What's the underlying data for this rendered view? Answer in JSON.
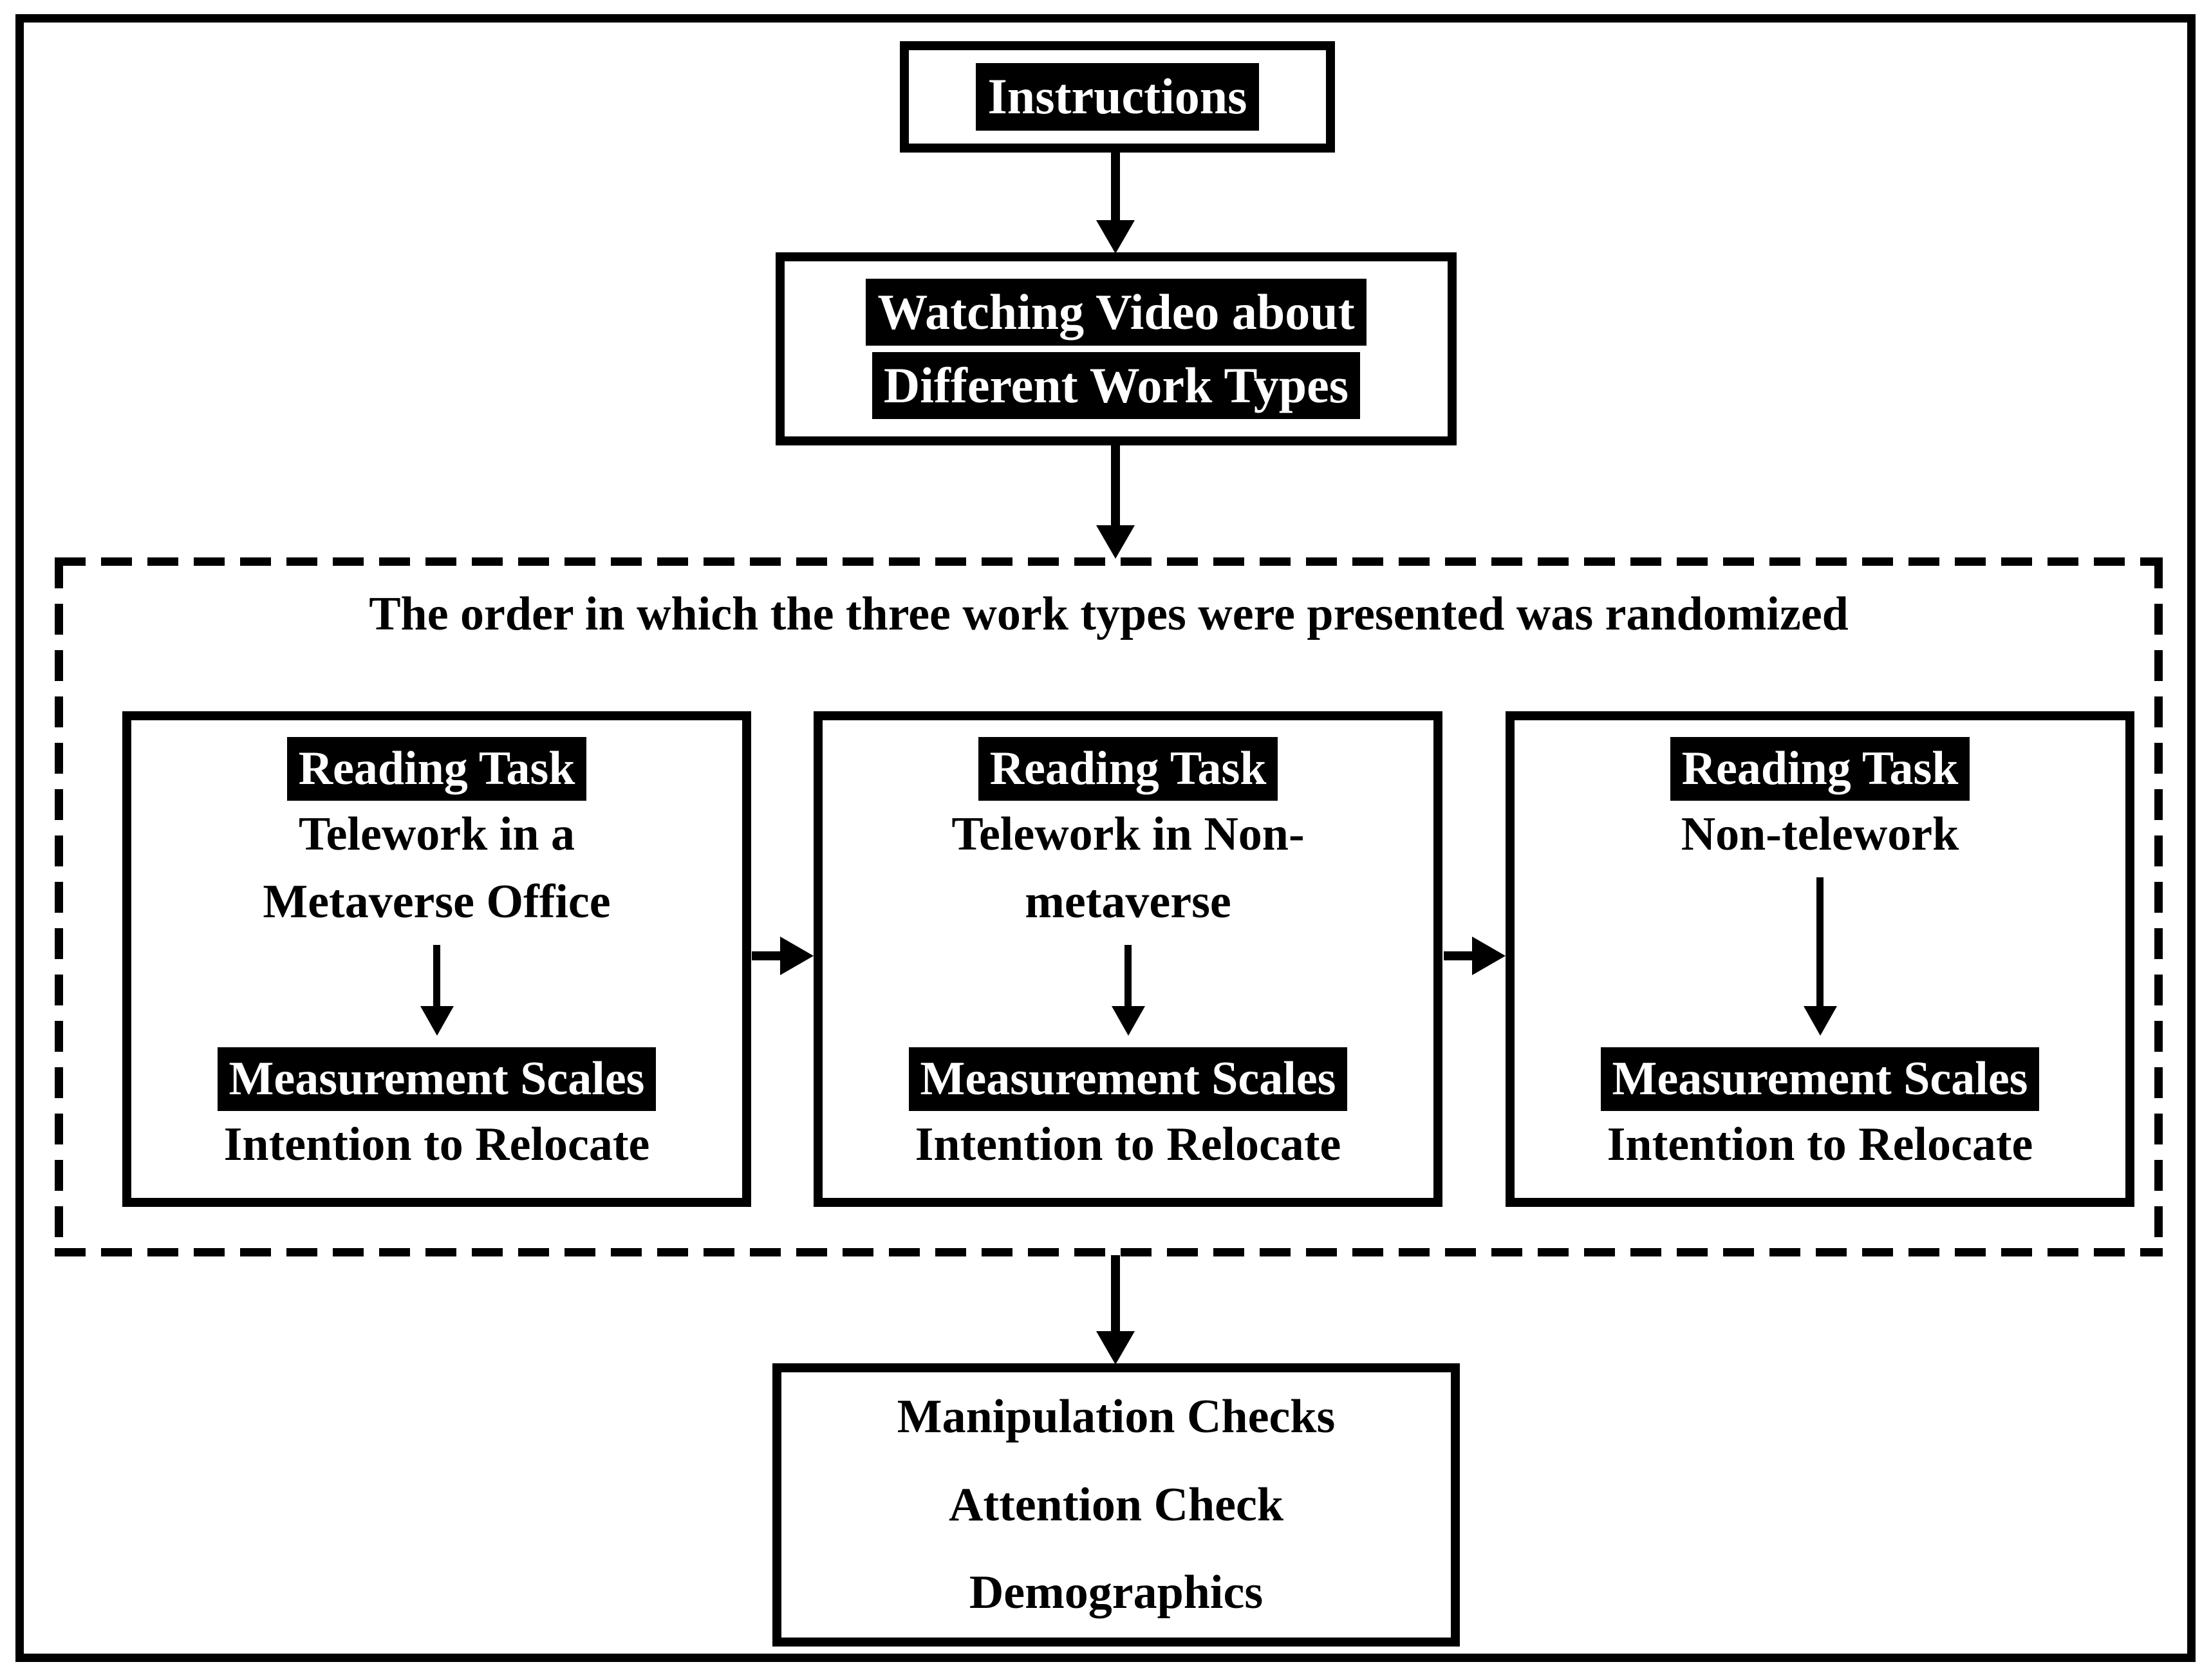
{
  "flow": {
    "instructions_label": "Instructions",
    "video_line1": "Watching Video about",
    "video_line2": "Different Work Types",
    "randomized_note": "The order in which the three work types were presented was randomized",
    "conditions": [
      {
        "header": "Reading Task",
        "task_line1": "Telework in a",
        "task_line2": "Metaverse Office",
        "scales_header": "Measurement Scales",
        "scales_item": "Intention to Relocate"
      },
      {
        "header": "Reading Task",
        "task_line1": "Telework in Non-",
        "task_line2": "metaverse",
        "scales_header": "Measurement Scales",
        "scales_item": "Intention to Relocate"
      },
      {
        "header": "Reading Task",
        "task_line1": "Non-telework",
        "task_line2": "",
        "scales_header": "Measurement Scales",
        "scales_item": "Intention to Relocate"
      }
    ],
    "final_line1": "Manipulation Checks",
    "final_line2": "Attention Check",
    "final_line3": "Demographics",
    "colors": {
      "highlight_bg": "#000000",
      "highlight_text": "#ffffff",
      "line": "#000000",
      "background": "#ffffff"
    }
  }
}
